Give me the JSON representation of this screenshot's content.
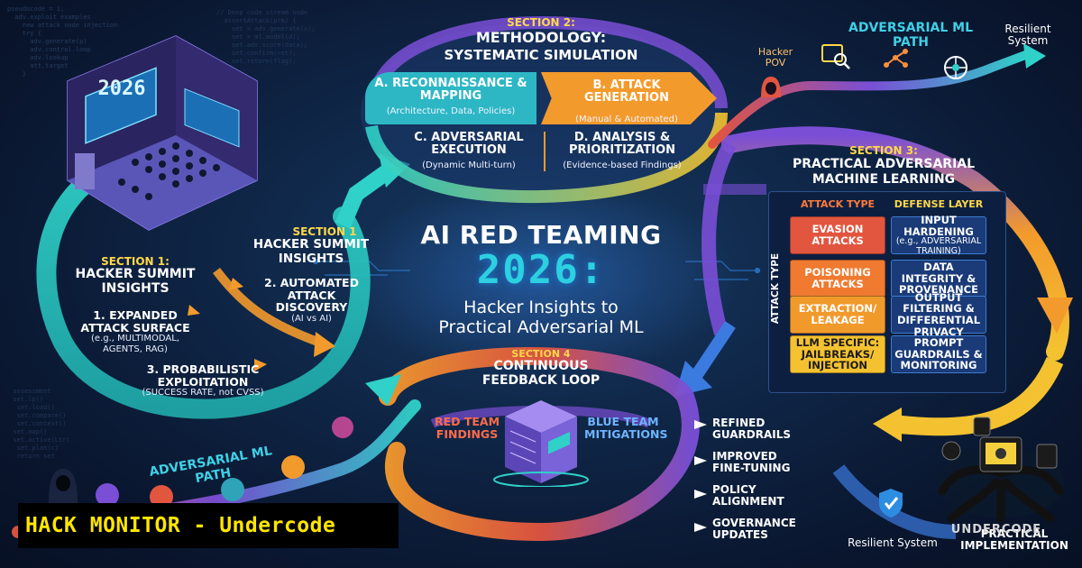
{
  "title": {
    "line1": "AI RED TEAMING",
    "year": "2026:",
    "line2": "Hacker Insights to",
    "line3": "Practical Adversarial ML"
  },
  "section2": {
    "label": "SECTION 2:",
    "title1": "METHODOLOGY:",
    "title2": "SYSTEMATIC SIMULATION",
    "quadrants": [
      {
        "title": "A. RECONNAISSANCE & MAPPING",
        "sub": "(Architecture, Data, Policies)"
      },
      {
        "title": "B. ATTACK GENERATION",
        "sub": "(Manual & Automated)"
      },
      {
        "title": "C. ADVERSARIAL EXECUTION",
        "sub": "(Dynamic Multi-turn)"
      },
      {
        "title": "D. ANALYSIS & PRIORITIZATION",
        "sub": "(Evidence-based Findings)"
      }
    ]
  },
  "section1": {
    "label": "SECTION 1:",
    "title1": "HACKER SUMMIT",
    "title2": "INSIGHTS",
    "items": [
      {
        "title": "1. EXPANDED ATTACK SURFACE",
        "sub": "(e.g., MULTIMODAL, AGENTS, RAG)"
      },
      {
        "title": "3. PROBABILISTIC EXPLOITATION",
        "sub": "(SUCCESS RATE, not CVSS)"
      }
    ],
    "screen_year": "2026"
  },
  "section1b": {
    "label": "SECTION 1",
    "title1": "HACKER SUMMIT",
    "title2": "INSIGHTS",
    "item_title": "2. AUTOMATED ATTACK DISCOVERY",
    "item_sub": "(AI vs AI)"
  },
  "section3": {
    "label": "SECTION 3:",
    "title1": "PRACTICAL ADVERSARIAL",
    "title2": "MACHINE LEARNING",
    "col_attack": "ATTACK TYPE",
    "col_defense": "DEFENSE LAYER",
    "side_label": "ATTACK TYPE",
    "rows": [
      {
        "attack": "EVASION ATTACKS",
        "defense": "INPUT HARDENING",
        "defense_sub": "(e.g., ADVERSARIAL TRAINING)",
        "color": "#e2553f"
      },
      {
        "attack": "POISONING ATTACKS",
        "defense": "DATA INTEGRITY & PROVENANCE",
        "defense_sub": "",
        "color": "#ef7a30"
      },
      {
        "attack": "EXTRACTION/ LEAKAGE",
        "defense": "OUTPUT FILTERING & DIFFERENTIAL PRIVACY",
        "defense_sub": "",
        "color": "#f19a2c"
      },
      {
        "attack": "LLM SPECIFIC: JAILBREAKS/ INJECTION",
        "defense": "PROMPT GUARDRAILS & MONITORING",
        "defense_sub": "",
        "color": "#f4c230"
      }
    ]
  },
  "section4": {
    "label": "SECTION 4",
    "title1": "CONTINUOUS",
    "title2": "FEEDBACK LOOP",
    "red": "RED TEAM FINDINGS",
    "blue": "BLUE TEAM MITIGATIONS",
    "outcomes": [
      "REFINED GUARDRAILS",
      "IMPROVED FINE-TUNING",
      "POLICY ALIGNMENT",
      "GOVERNANCE UPDATES"
    ]
  },
  "path_top": {
    "label": "ADVERSARIAL ML PATH",
    "start": "Hacker POV",
    "end": "Resilient System"
  },
  "path_bottom": {
    "label": "ADVERSARIAL ML PATH",
    "end": "Resilient System",
    "practical": "PRACTICAL IMPLEMENTATION"
  },
  "watermark": "HACK MONITOR - Undercode",
  "logo_text": "UNDERCODE",
  "colors": {
    "background": "#0f2647",
    "accent_yellow": "#ffd84a",
    "teal": "#2fd1c8",
    "orange": "#f39a2c",
    "purple": "#7a4fd6",
    "watermark_text": "#ffe600"
  }
}
